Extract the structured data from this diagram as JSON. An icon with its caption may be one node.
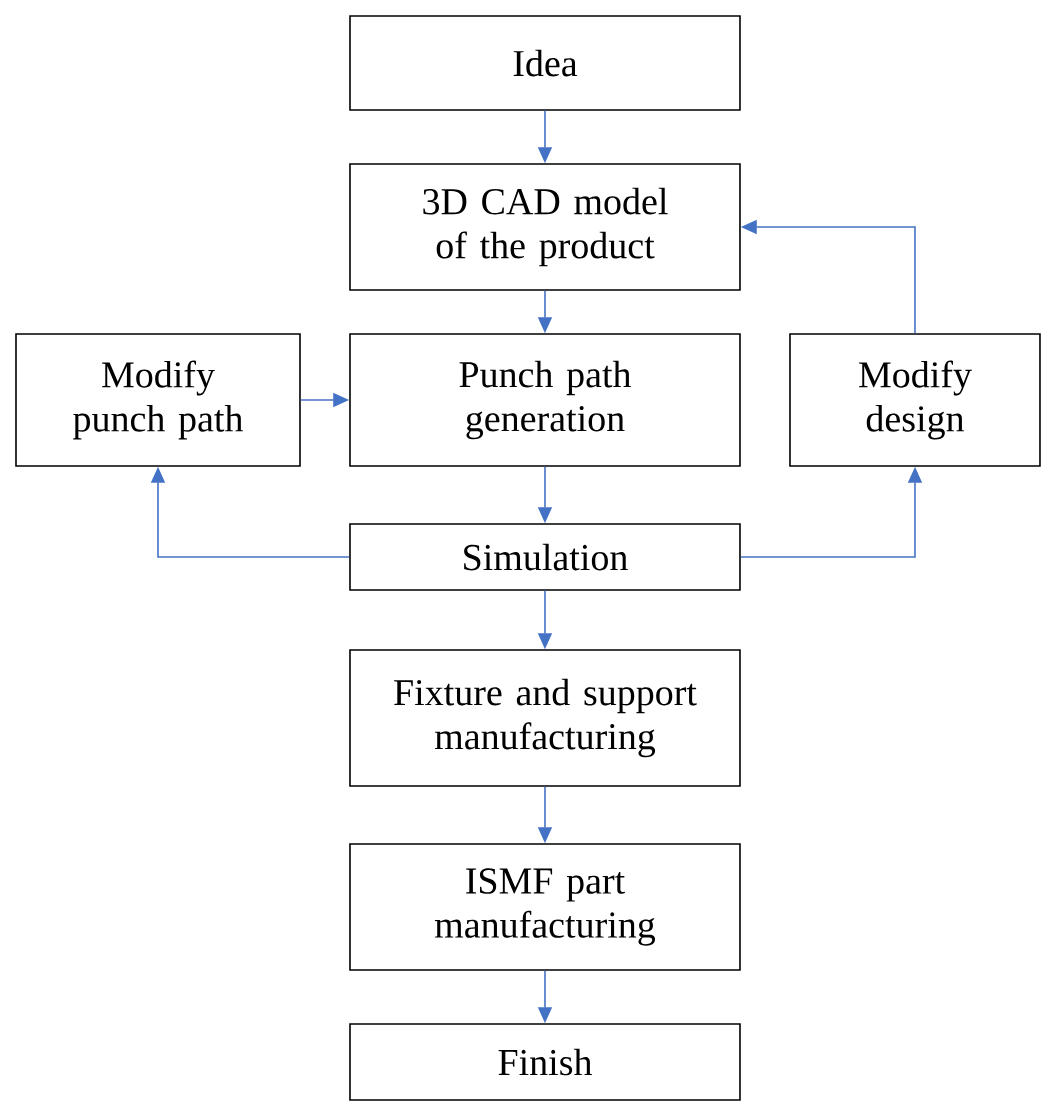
{
  "diagram": {
    "nodes": [
      {
        "text": [
          "Idea"
        ]
      },
      {
        "text": [
          "3D CAD model of the product"
        ]
      },
      {
        "text": [
          "Modify punch path"
        ]
      },
      {
        "text": [
          "Punch path generation"
        ]
      },
      {
        "text": [
          "Modify design"
        ]
      },
      {
        "text": [
          "Simulation"
        ]
      },
      {
        "text": [
          "Fixture and support manufacturing"
        ]
      },
      {
        "text": [
          "ISMF part manufacturing"
        ]
      },
      {
        "text": [
          "Finish"
        ]
      }
    ],
    "edges": [
      {
        "from": 0,
        "to": 1,
        "arrow": "to"
      },
      {
        "from": 1,
        "to": 3,
        "arrow": "to"
      },
      {
        "from": 2,
        "to": 3,
        "arrow": "to"
      },
      {
        "from": 3,
        "to": 5,
        "arrow": "to"
      },
      {
        "from": 5,
        "to": 2,
        "arrow": "to"
      },
      {
        "from": 5,
        "to": 4,
        "arrow": "to"
      },
      {
        "from": 4,
        "to": 1,
        "arrow": "to"
      },
      {
        "from": 5,
        "to": 6,
        "arrow": "to"
      },
      {
        "from": 6,
        "to": 7,
        "arrow": "to"
      },
      {
        "from": 7,
        "to": 8,
        "arrow": "to"
      }
    ]
  }
}
